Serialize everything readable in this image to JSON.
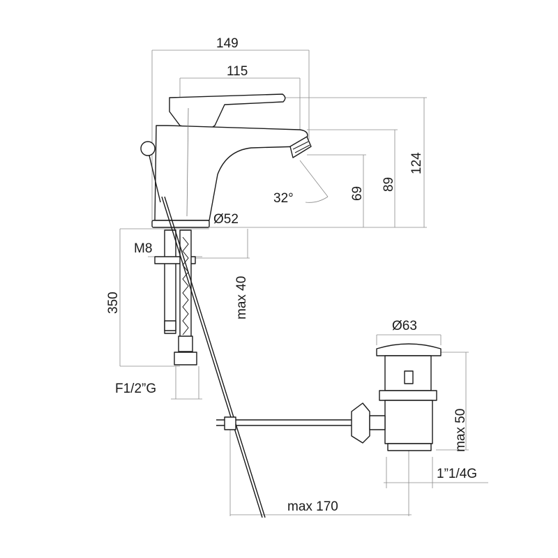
{
  "dimensions": {
    "overall_length": "149",
    "spout_reach": "115",
    "total_height": "124",
    "lever_height": "89",
    "spout_height": "69",
    "lever_angle": "32°",
    "base_diameter": "Ø52",
    "fixing_rod": "M8",
    "hose_length": "350",
    "max_deck_thickness": "max 40",
    "hose_connection": "F1/2”G",
    "waste_diameter": "Ø63",
    "waste_max_thickness": "max 50",
    "waste_thread": "1”1/4G",
    "pull_rod_max": "max 170"
  }
}
